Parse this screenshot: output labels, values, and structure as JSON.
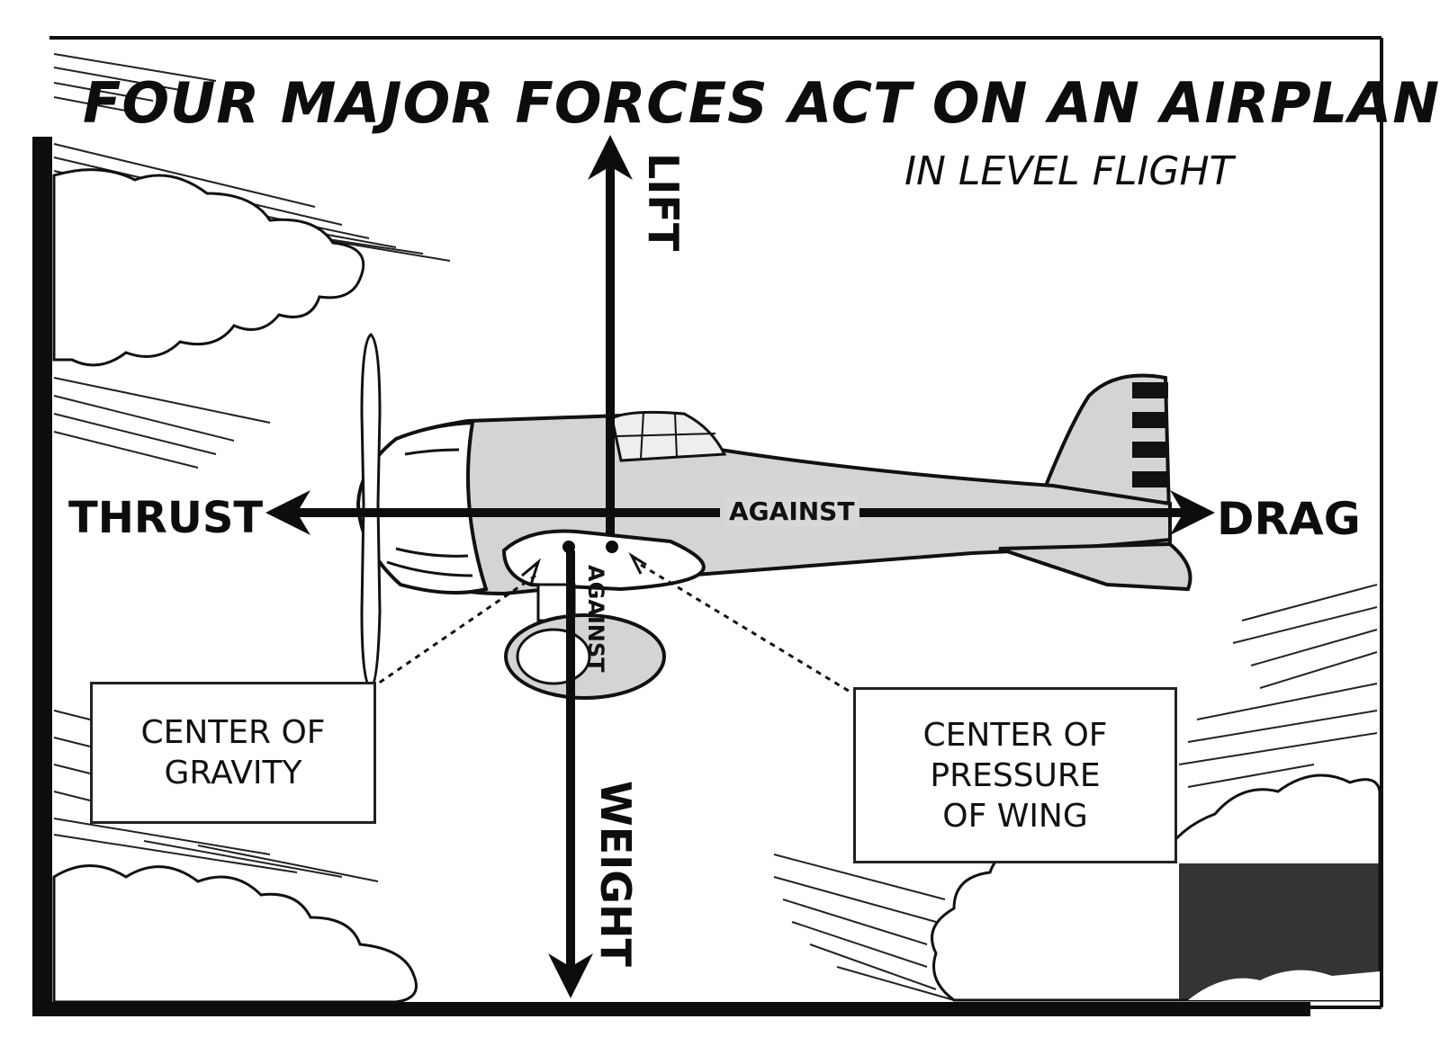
{
  "title": "FOUR MAJOR FORCES ACT ON AN AIRPLANE",
  "subtitle": "IN LEVEL FLIGHT",
  "forces": {
    "lift": "LIFT",
    "weight": "WEIGHT",
    "thrust": "THRUST",
    "drag": "DRAG"
  },
  "against_horizontal": "AGAINST",
  "against_vertical": "AGAINST",
  "callouts": {
    "center_of_gravity": [
      "CENTER OF",
      "GRAVITY"
    ],
    "center_of_pressure": [
      "CENTER OF",
      "PRESSURE",
      "OF WING"
    ]
  },
  "colors": {
    "ink": "#0d0d0d",
    "fuselage": "#d4d4d4",
    "paper": "#ffffff"
  }
}
